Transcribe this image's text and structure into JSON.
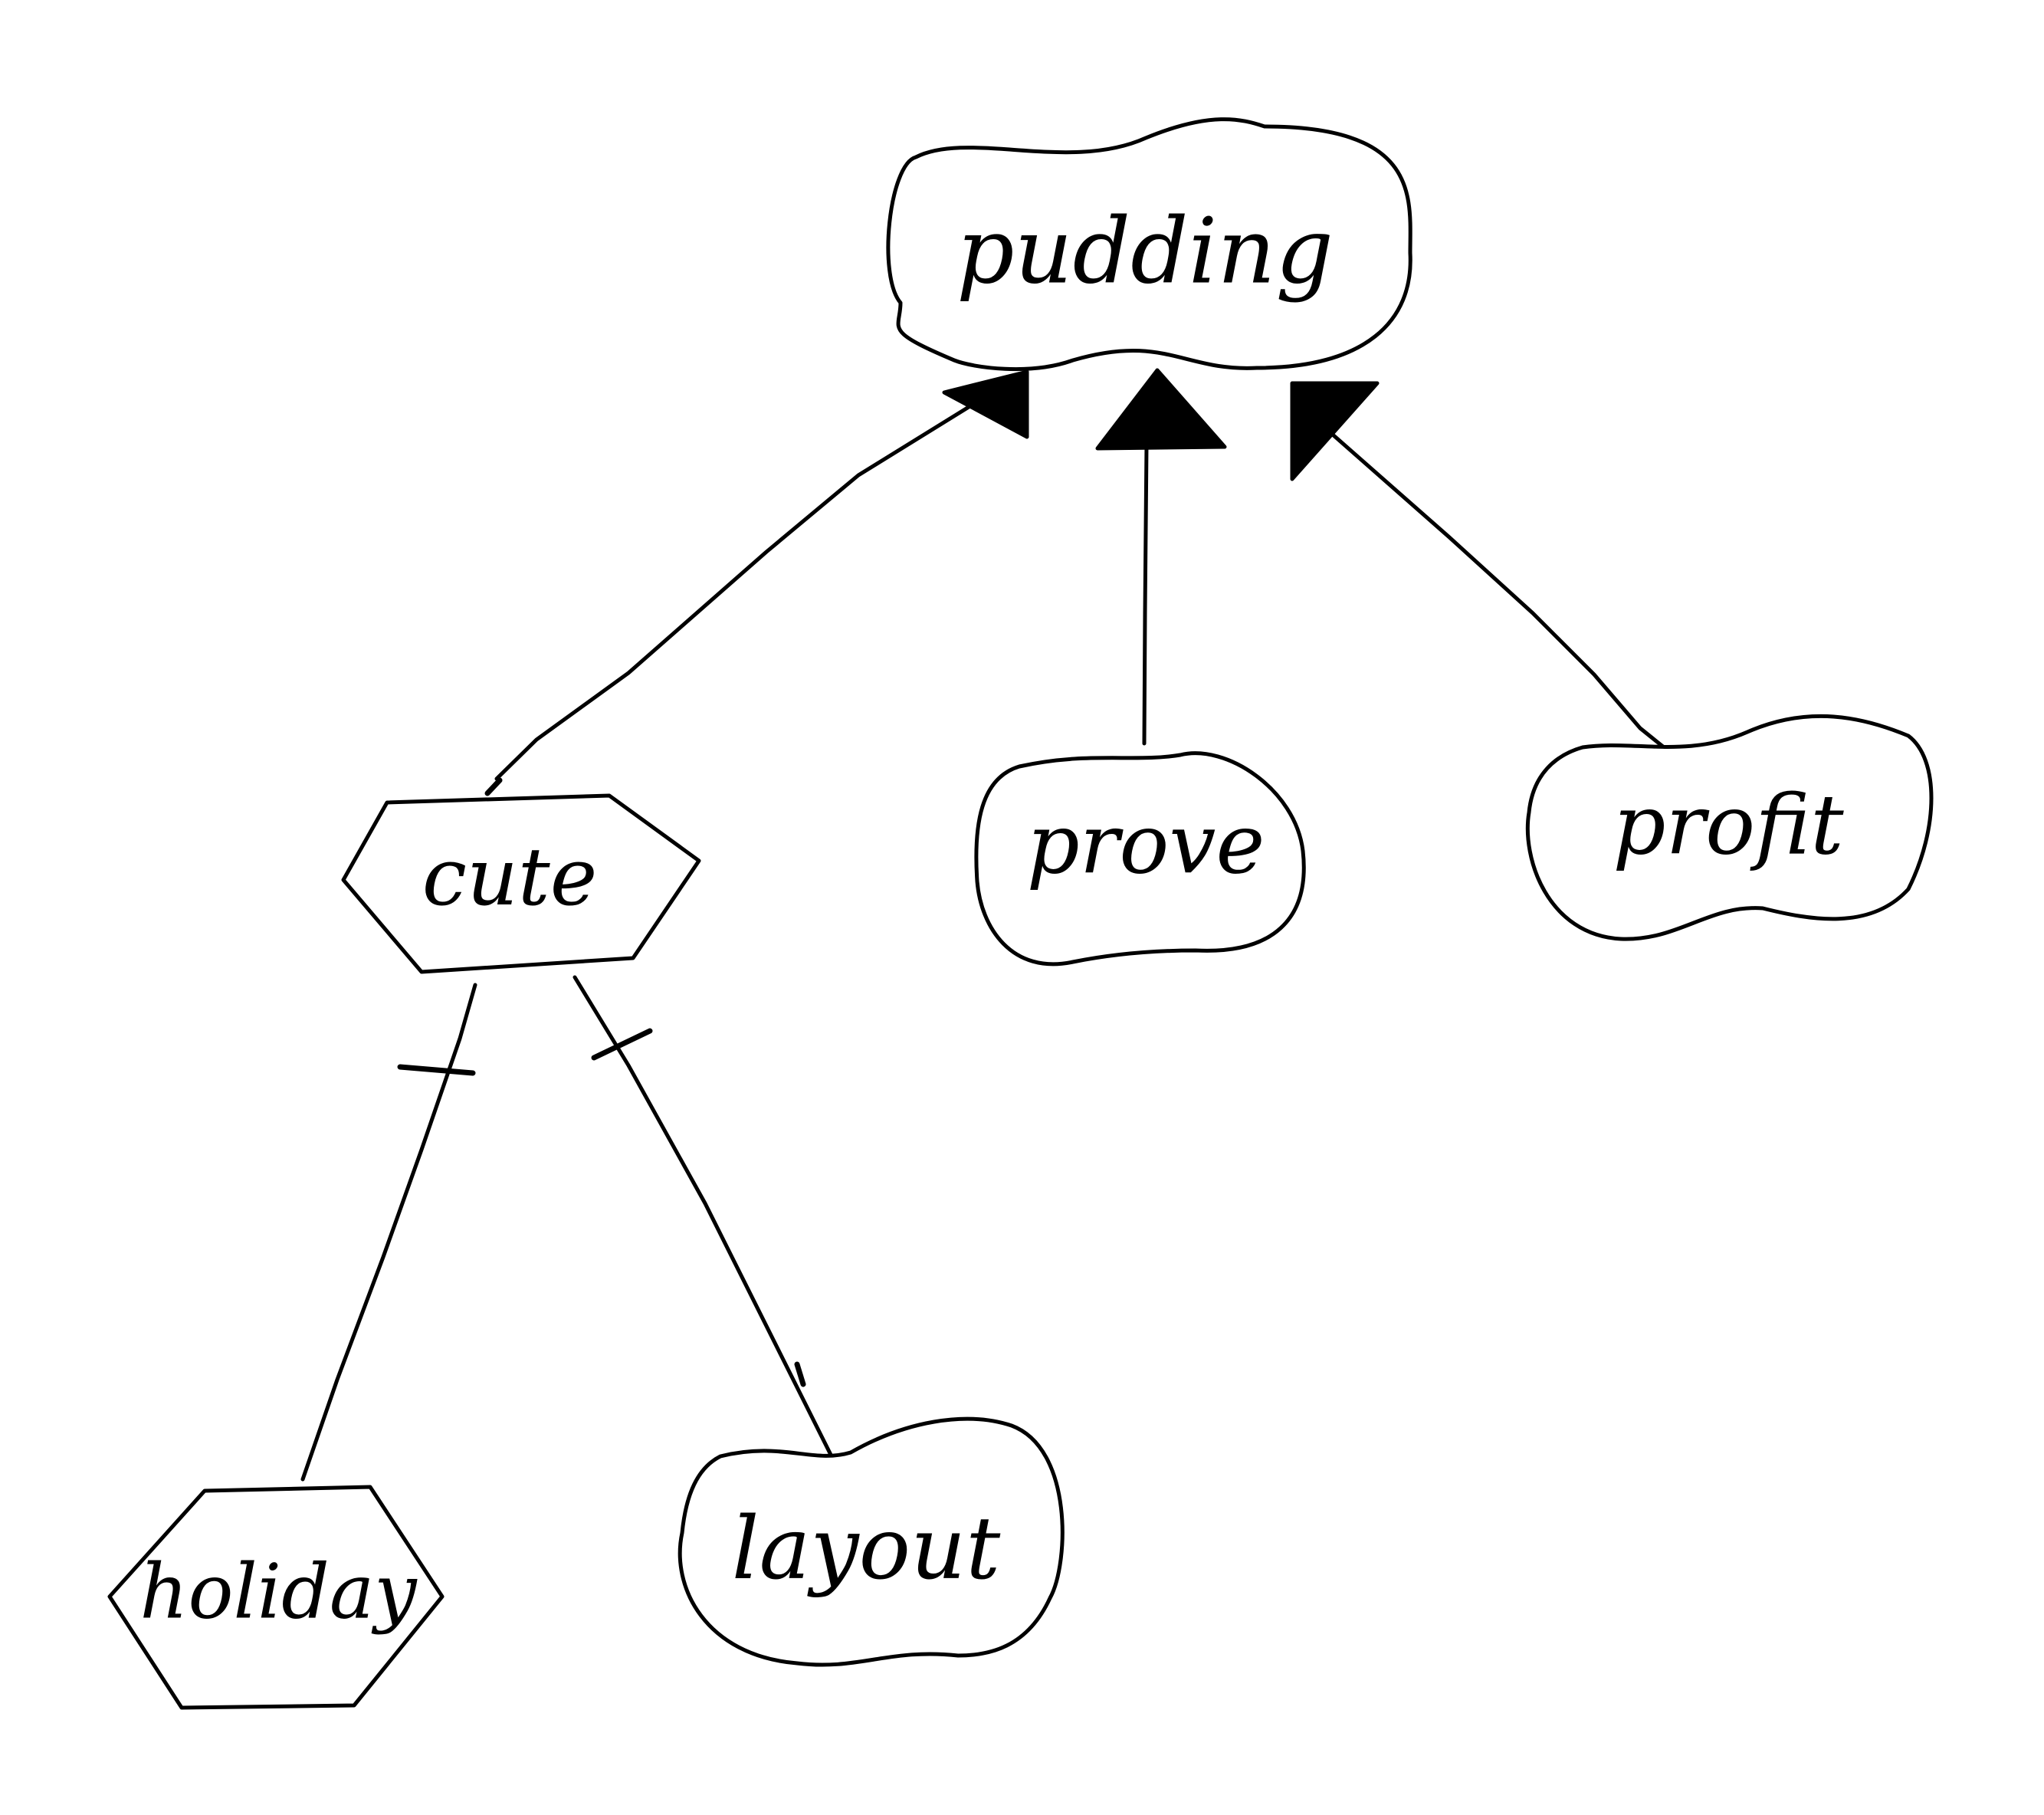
{
  "diagram": {
    "type": "tree",
    "stroke_color": "#000000",
    "background": "#ffffff",
    "nodes": {
      "pudding": {
        "label": "pudding",
        "shape": "cloud"
      },
      "cute": {
        "label": "cute",
        "shape": "hexagon"
      },
      "prove": {
        "label": "prove",
        "shape": "cloud"
      },
      "profit": {
        "label": "profit",
        "shape": "cloud"
      },
      "holiday": {
        "label": "holiday",
        "shape": "hexagon"
      },
      "layout": {
        "label": "layout",
        "shape": "cloud"
      }
    },
    "edges": [
      {
        "from": "cute",
        "to": "pudding",
        "head": "filled-triangle"
      },
      {
        "from": "prove",
        "to": "pudding",
        "head": "filled-triangle"
      },
      {
        "from": "profit",
        "to": "pudding",
        "head": "filled-triangle"
      },
      {
        "from": "holiday",
        "to": "cute",
        "head": "bar"
      },
      {
        "from": "layout",
        "to": "cute",
        "head": "bar"
      }
    ]
  }
}
